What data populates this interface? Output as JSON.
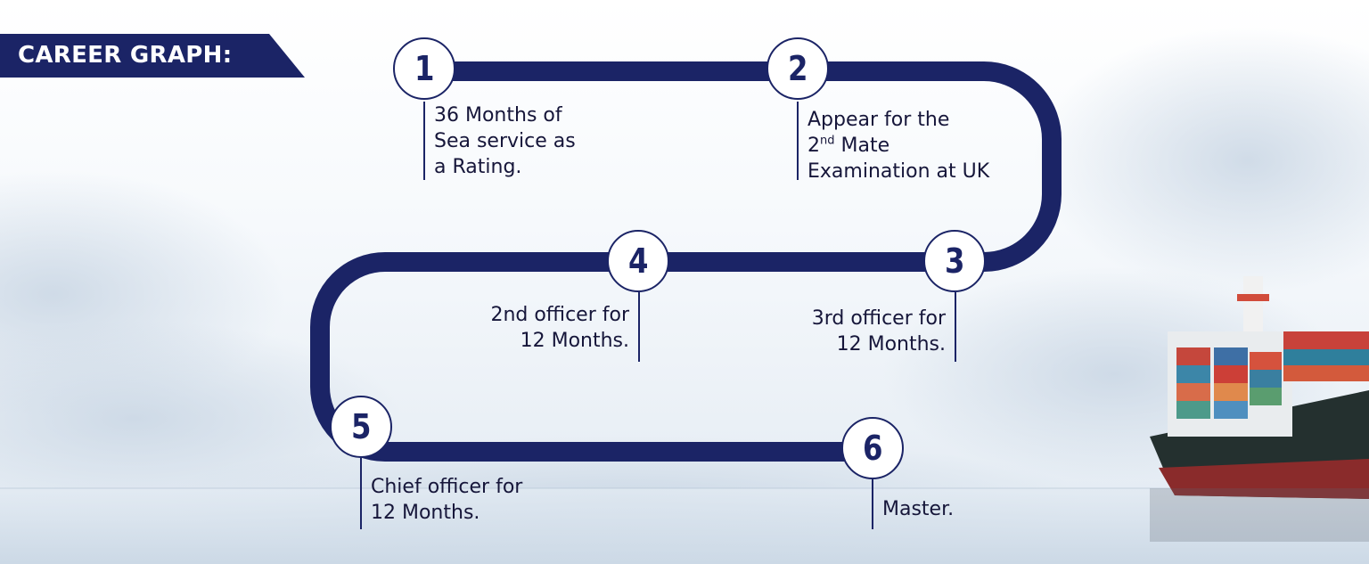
{
  "title": "CAREER GRAPH:",
  "colors": {
    "navy": "#1b2466",
    "text": "#16163a"
  },
  "steps": [
    {
      "num": "1",
      "lines": [
        "36 Months of",
        "Sea service as",
        "a Rating."
      ]
    },
    {
      "num": "2",
      "lines": [
        "Appear for the",
        "Mate",
        "Examination at UK"
      ],
      "ordinal": {
        "base": "2",
        "sup": "nd"
      }
    },
    {
      "num": "3",
      "lines": [
        "3rd officer for",
        "12 Months."
      ]
    },
    {
      "num": "4",
      "lines": [
        "2nd officer for",
        "12 Months."
      ]
    },
    {
      "num": "5",
      "lines": [
        "Chief officer for",
        "12 Months."
      ]
    },
    {
      "num": "6",
      "lines": [
        "Master."
      ]
    }
  ]
}
